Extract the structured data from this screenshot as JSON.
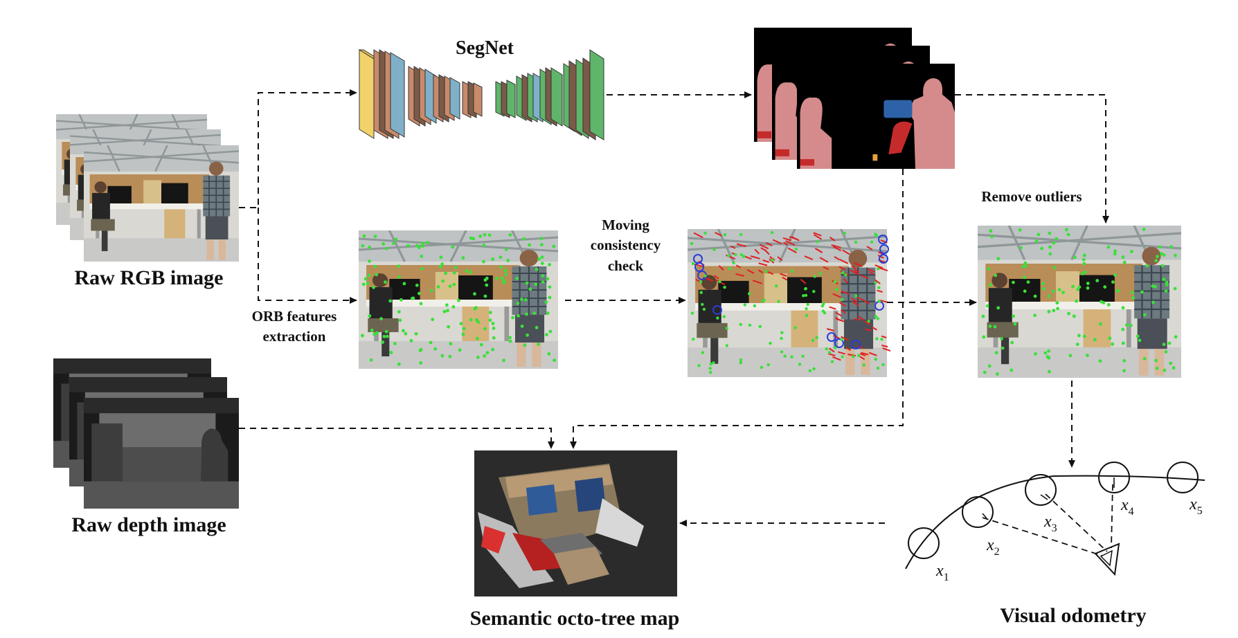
{
  "labels": {
    "raw_rgb": "Raw RGB image",
    "raw_depth": "Raw depth image",
    "segnet": "SegNet",
    "orb": "ORB features\nextraction",
    "moving": "Moving\nconsistency\ncheck",
    "remove_outliers": "Remove outliers",
    "octo_map": "Semantic octo-tree map",
    "visual_odometry": "Visual odometry"
  },
  "poses": [
    "x1",
    "x2",
    "x3",
    "x4",
    "x5"
  ],
  "colors": {
    "arrow": "#111111",
    "segnet_encoder": "#c98a6a",
    "segnet_decoder": "#5fb56a",
    "segnet_input": "#f2d36b",
    "seg_background": "#000000",
    "seg_person": "#d58b8b",
    "seg_monitor": "#2e62a8",
    "seg_chair": "#c52b2b",
    "orb_point": "#39e039",
    "outlier_vector": "#e02020",
    "outlier_circle": "#2b3bd8",
    "depth_dark": "#1b1b1b",
    "depth_mid": "#5a5a5a",
    "map_background": "#2b2b2b"
  }
}
